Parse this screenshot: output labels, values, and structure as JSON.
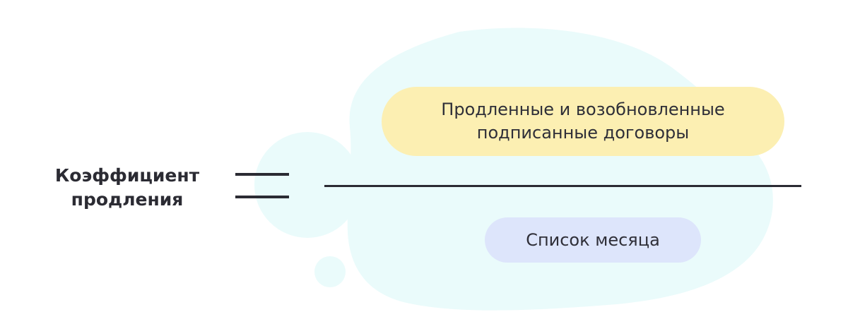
{
  "formula": {
    "lhs_lines": [
      "Коэффициент",
      "продления"
    ],
    "numerator_lines": [
      "Продленные и возобновленные",
      "подписанные договоры"
    ],
    "denominator": "Список месяца"
  },
  "colors": {
    "text": "#2b2b33",
    "background_blob": "#eafbfb",
    "numerator_fill": "#fcefb2",
    "denominator_fill": "#dde5fb"
  }
}
